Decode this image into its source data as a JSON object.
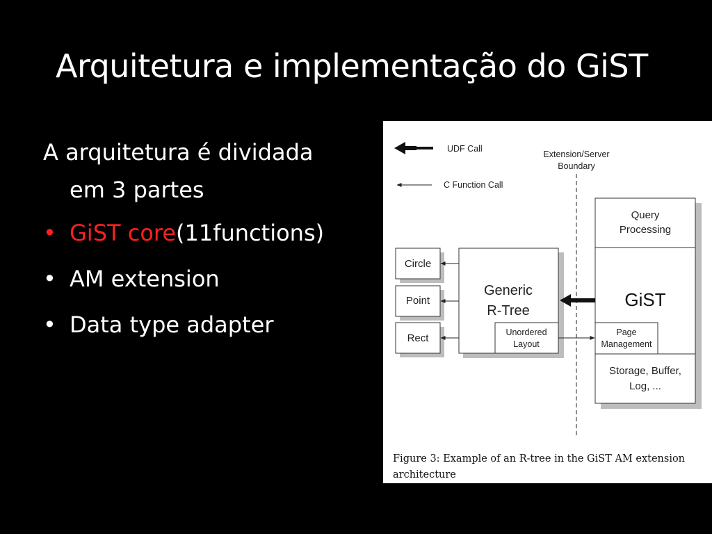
{
  "slide": {
    "title": "Arquitetura e implementação do GiST",
    "intro_line1": "A arquitetura é dividada",
    "intro_line2": "em 3 partes",
    "bullet_glyph": "•",
    "bullets": [
      {
        "highlight": "GiST core",
        "text": "(11functions)"
      },
      {
        "highlight": "",
        "text": "AM extension"
      },
      {
        "highlight": "",
        "text": "Data type adapter"
      }
    ],
    "colors": {
      "background": "#000000",
      "text": "#ffffff",
      "highlight": "#ff1f1f"
    }
  },
  "figure": {
    "legend": {
      "udf_call": "UDF Call",
      "c_function_call": "C Function Call"
    },
    "boundary_label_1": "Extension/Server",
    "boundary_label_2": "Boundary",
    "boxes": {
      "circle": "Circle",
      "point": "Point",
      "rect": "Rect",
      "generic_1": "Generic",
      "generic_2": "R-Tree",
      "unordered_1": "Unordered",
      "unordered_2": "Layout",
      "query_1": "Query",
      "query_2": "Processing",
      "gist": "GiST",
      "page_1": "Page",
      "page_2": "Management",
      "storage_1": "Storage, Buffer,",
      "storage_2": "Log, ..."
    },
    "caption": "Figure 3: Example of an R-tree in the GiST AM extension architecture"
  }
}
